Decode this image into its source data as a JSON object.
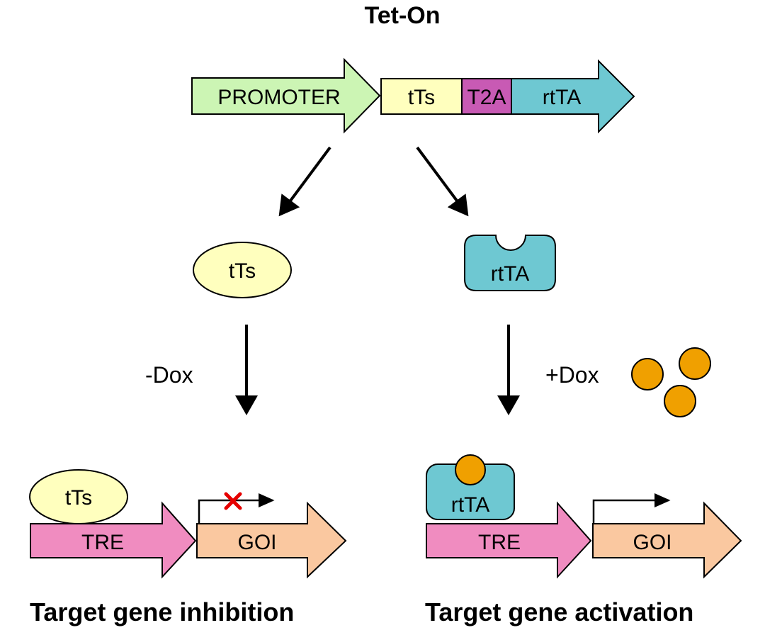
{
  "title": "Tet-On",
  "construct": {
    "promoter": "PROMOTER",
    "tts": "tTs",
    "t2a": "T2A",
    "rtta": "rtTA"
  },
  "proteins": {
    "tts": "tTs",
    "rtta": "rtTA"
  },
  "conditions": {
    "minus_dox": "-Dox",
    "plus_dox": "+Dox"
  },
  "left_outcome": {
    "bound_protein": "tTs",
    "tre": "TRE",
    "goi": "GOI",
    "caption": "Target gene inhibition"
  },
  "right_outcome": {
    "bound_protein": "rtTA",
    "tre": "TRE",
    "goi": "GOI",
    "caption": "Target gene activation"
  },
  "colors": {
    "promoter": "#ccf5b4",
    "tts": "#ffffbe",
    "t2a": "#c85ab4",
    "rtta": "#6ec8d2",
    "tre": "#f08cc0",
    "goi": "#fac8a0",
    "dox": "#f0a000",
    "block": "#e60000"
  }
}
